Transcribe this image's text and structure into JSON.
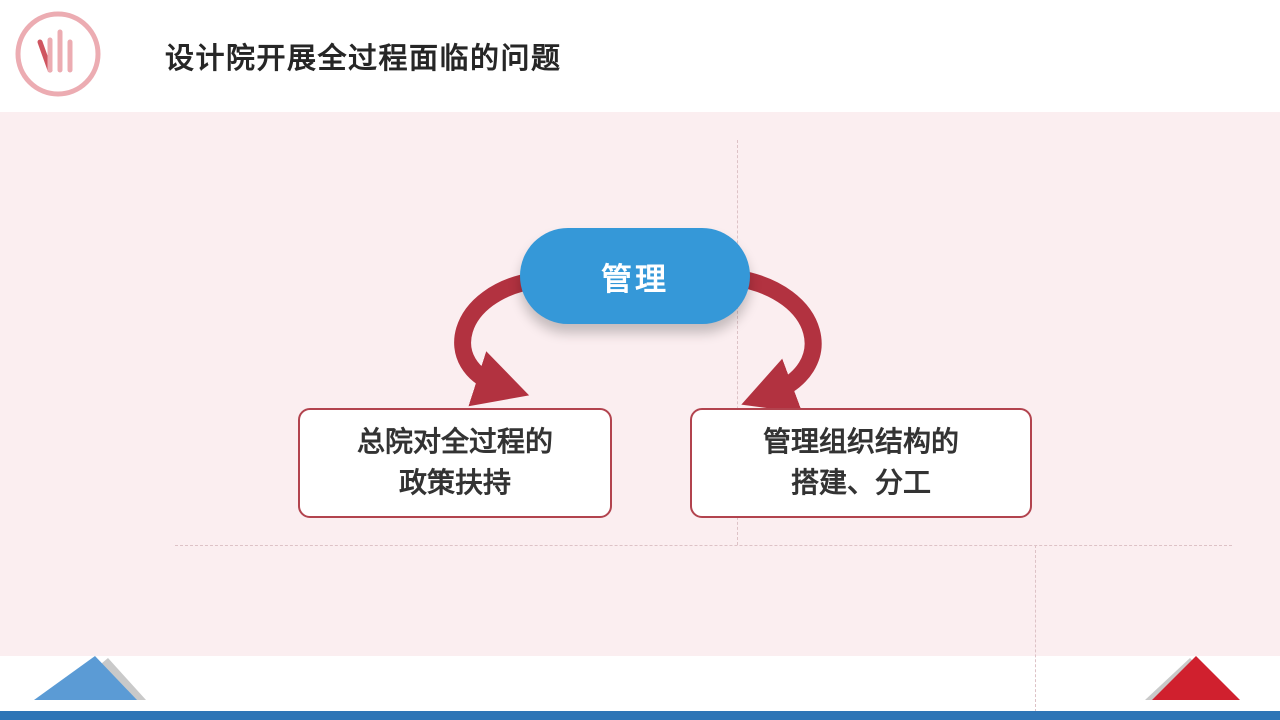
{
  "slide": {
    "title": "设计院开展全过程面临的问题",
    "center_node": {
      "label": "管理"
    },
    "boxes": [
      {
        "lines": [
          "总院对全过程的",
          "政策扶持"
        ]
      },
      {
        "lines": [
          "管理组织结构的",
          "搭建、分工"
        ]
      }
    ],
    "colors": {
      "node_blue": "#3598d8",
      "arrow_red": "#b23240",
      "box_border_red": "#b2434e",
      "background_pink": "#fbeef0",
      "bottom_bar_blue": "#2e75b6",
      "triangle_blue": "#5b9bd5",
      "triangle_red": "#d0202e",
      "triangle_gray": "#c9c9c9",
      "logo_pink": "#ecacb2",
      "title_text": "#262626",
      "box_text": "#333333"
    }
  }
}
